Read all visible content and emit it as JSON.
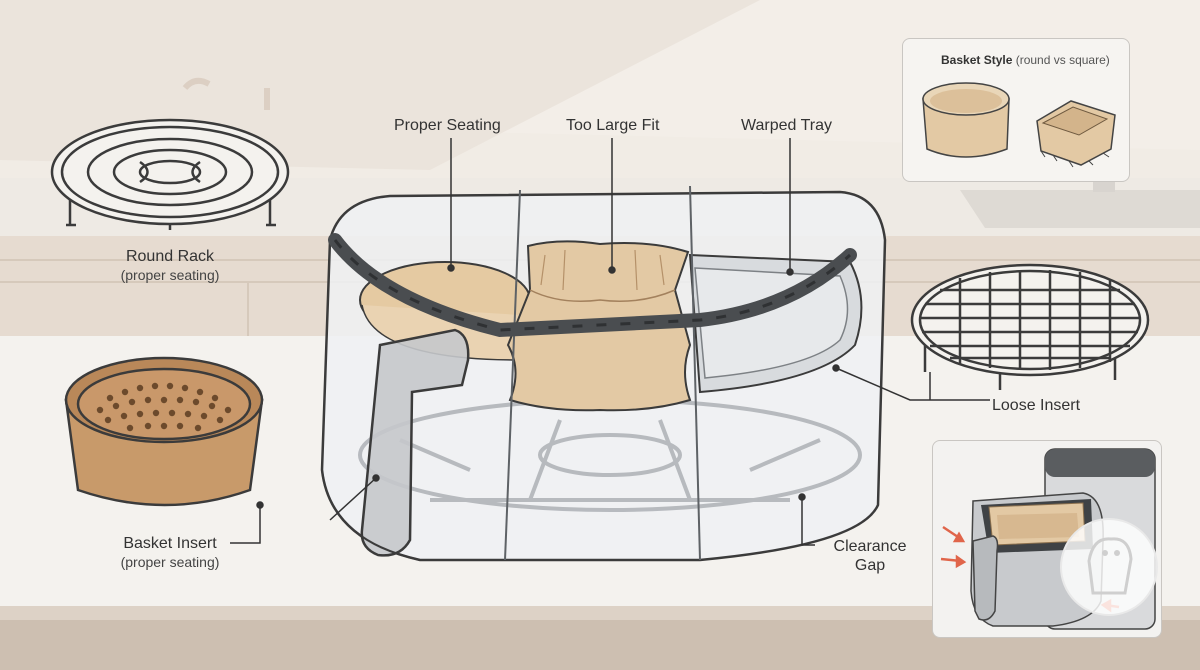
{
  "labels": {
    "round_rack": "Round Rack",
    "round_rack_note": "(proper seating)",
    "proper_seating": "Proper Seating",
    "too_large_fit": "Too Large Fit",
    "warped_tray": "Warped Tray",
    "loose_insert": "Loose Insert",
    "basket_insert": "Basket Insert",
    "basket_insert_note": "(proper seating)",
    "clearance_gap_line1": "Clearance",
    "clearance_gap_line2": "Gap"
  },
  "inset_panel": {
    "title_bold": "Basket Style",
    "title_rest": "(round vs square)"
  },
  "colors": {
    "background": "#f1ece5",
    "counter": "#ede8e2",
    "parchment": "#e3c9a4",
    "basket_insert": "#c89a6a",
    "outline": "#3b3b3b",
    "arrow_accent": "#e0654a"
  },
  "icons": [
    "round-rack",
    "square-rack",
    "basket-insert",
    "air-fryer-basket",
    "parchment-liner",
    "air-fryer",
    "watermark-logo"
  ]
}
